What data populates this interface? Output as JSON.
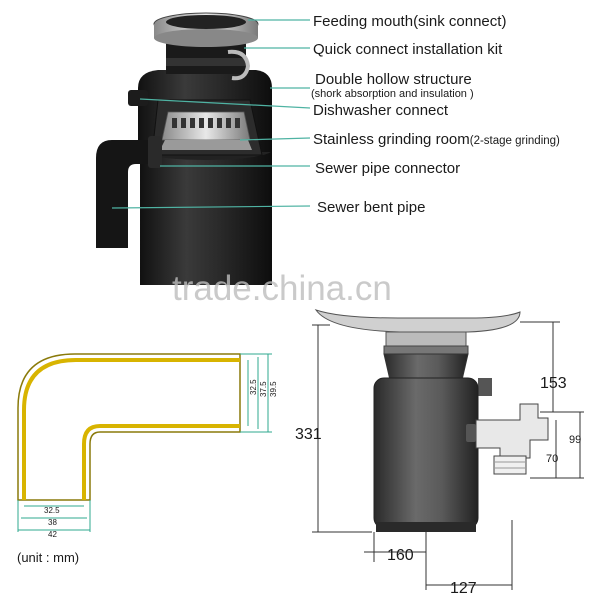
{
  "product_labels": [
    {
      "text": "Feeding mouth(sink connect)",
      "small": ""
    },
    {
      "text": "Quick connect installation kit",
      "small": ""
    },
    {
      "text": "Double hollow structure",
      "small": ""
    },
    {
      "text": "",
      "small": "(shork absorption and insulation )"
    },
    {
      "text": "Dishwasher connect",
      "small": ""
    },
    {
      "text": "Stainless grinding room",
      "small": "(2-stage grinding)"
    },
    {
      "text": "Sewer pipe connector",
      "small": ""
    },
    {
      "text": "Sewer bent pipe",
      "small": ""
    }
  ],
  "watermark": "trade.china.cn",
  "pipe_dims": {
    "right": [
      "32.5",
      "37.5",
      "39.5"
    ],
    "bottom": [
      "32.5",
      "38",
      "42"
    ]
  },
  "unit_note": "(unit : mm)",
  "unit_dims": {
    "height_total": "331",
    "height_upper": "153",
    "outlet_outer": "99",
    "outlet_inner": "70",
    "width_body": "160",
    "width_outlet": "127"
  },
  "colors": {
    "leader": "#4fb3a3",
    "pipe_fill": "#ffffff",
    "pipe_stroke": "#b59a10",
    "dim_green": "#2fa88f",
    "unit_body": "#4a4a4a"
  }
}
